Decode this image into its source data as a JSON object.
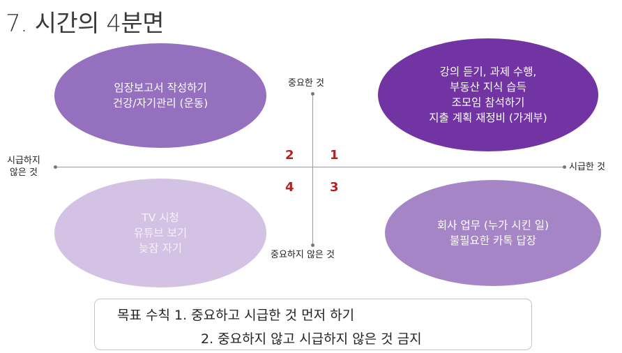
{
  "title": "7. 시간의 4분면",
  "axes": {
    "top": "중요한 것",
    "bottom": "중요하지 않은 것",
    "right": "시급한 것",
    "left_line1": "시급하지",
    "left_line2": "않은 것"
  },
  "quadrants": [
    {
      "number": "1",
      "items": [
        "강의 듣기, 과제 수행,",
        "부동산 지식 습득",
        "조모임 참석하기",
        "지출 계획 재정비 (가계부)"
      ],
      "color": "#7234A3"
    },
    {
      "number": "2",
      "items": [
        "임장보고서 작성하기",
        "건강/자기관리 (운동)"
      ],
      "color": "#9470BE"
    },
    {
      "number": "3",
      "items": [
        "회사 업무 (누가 시킨 일)",
        "불필요한 카톡 답장"
      ],
      "color": "#A585C6"
    },
    {
      "number": "4",
      "items": [
        "TV 시청",
        "유튜브 보기",
        "늦잠 자기"
      ],
      "color": "#D4C2E5"
    }
  ],
  "goal": {
    "line1": "목표 수칙 1. 중요하고 시급한 것 먼저 하기",
    "line2": "2. 중요하지 않고 시급하지 않은 것 금지"
  }
}
